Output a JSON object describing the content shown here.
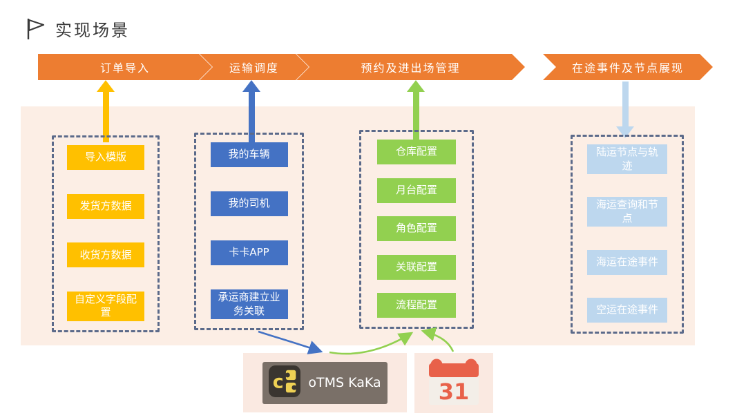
{
  "title": {
    "text": "实现场景"
  },
  "banner": {
    "steps": [
      {
        "label": "订单导入"
      },
      {
        "label": "运输调度"
      },
      {
        "label": "预约及进出场管理"
      },
      {
        "label": "在途事件及节点展现"
      }
    ]
  },
  "columns": [
    {
      "name": "order-import",
      "arrow_direction": "up",
      "items": [
        "导入模版",
        "发货方数据",
        "收货方数据",
        "自定义字段配置"
      ]
    },
    {
      "name": "transport-dispatch",
      "arrow_direction": "up",
      "items": [
        "我的车辆",
        "我的司机",
        "卡卡APP",
        "承运商建立业务关联"
      ]
    },
    {
      "name": "appointment-gate-management",
      "arrow_direction": "up",
      "items": [
        "仓库配置",
        "月台配置",
        "角色配置",
        "关联配置",
        "流程配置"
      ]
    },
    {
      "name": "in-transit-events-nodes",
      "arrow_direction": "down",
      "items": [
        "陆运节点与轨迹",
        "海运查询和节点",
        "海运在途事件",
        "空运在途事件"
      ]
    }
  ],
  "footer": {
    "kaka": {
      "label": "oTMS KaKa"
    },
    "calendar": {
      "day": "31"
    }
  },
  "colors": {
    "orange": "#ED7D31",
    "yellow": "#FFC000",
    "blue": "#4472C4",
    "green": "#92D050",
    "lightblue": "#BDD7EE",
    "slate": "#5B6A8A",
    "panel": "#FCEEE5",
    "pink": "#FAE9E1",
    "taupe": "#7A7068",
    "calendar": "#E8614A",
    "title": "#3A3A3A"
  }
}
